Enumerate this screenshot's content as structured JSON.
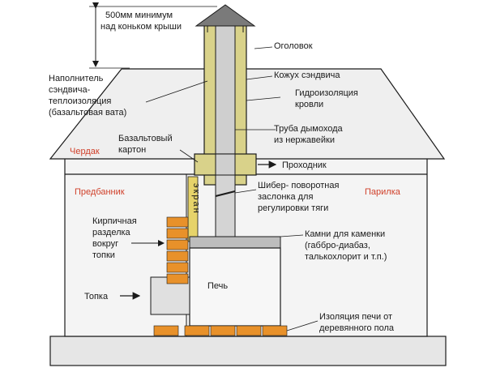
{
  "labels": {
    "height_note_1": "500мм минимум",
    "height_note_2": "над коньком крыши",
    "cap": "Оголовок",
    "sandwich_casing": "Кожух сэндвича",
    "roof_waterproofing_1": "Гидроизоляция",
    "roof_waterproofing_2": "кровли",
    "stainless_pipe_1": "Труба дымохода",
    "stainless_pipe_2": "из нержавейки",
    "insulation_1": "Наполнитель",
    "insulation_2": "сэндвича-",
    "insulation_3": "теплоизоляция",
    "insulation_4": "(базальтовая вата)",
    "basalt_board_1": "Базальтовый",
    "basalt_board_2": "картон",
    "attic": "Чердак",
    "passage": "Проходник",
    "changing_room": "Предбанник",
    "steam_room": "Парилка",
    "damper_1": "Шибер- поворотная",
    "damper_2": "заслонка для",
    "damper_3": "регулировки тяги",
    "screen_vertical": "экран",
    "brick_barrier_1": "Кирпичная",
    "brick_barrier_2": "разделка",
    "brick_barrier_3": "вокруг",
    "brick_barrier_4": "топки",
    "stones_1": "Камни для каменки",
    "stones_2": "(габбро-диабаз,",
    "stones_3": "талькохлорит и т.п.)",
    "firebox": "Топка",
    "stove": "Печь",
    "floor_insulation_1": "Изоляция печи от",
    "floor_insulation_2": "деревянного пола"
  },
  "colors": {
    "outline": "#1a1a1a",
    "house_fill": "#f2f2f2",
    "insulation": "#d9d28a",
    "pipe": "#c8c8c8",
    "brick": "#e8912a",
    "red_label": "#d0402a",
    "screen": "#e6d36a"
  }
}
